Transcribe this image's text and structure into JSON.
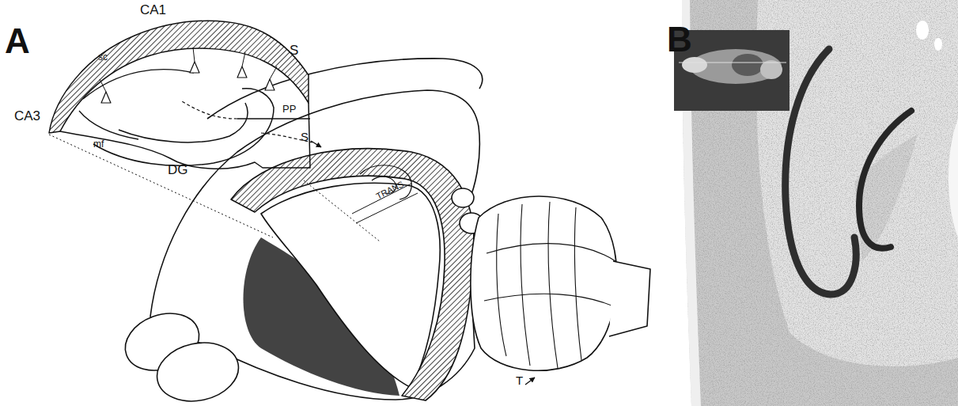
{
  "diagram": {
    "labels": [
      "A",
      "CA1",
      "S",
      "sc",
      "CA3",
      "PP",
      "mf",
      "DG",
      "S",
      "TRANS",
      "T",
      "B"
    ]
  }
}
